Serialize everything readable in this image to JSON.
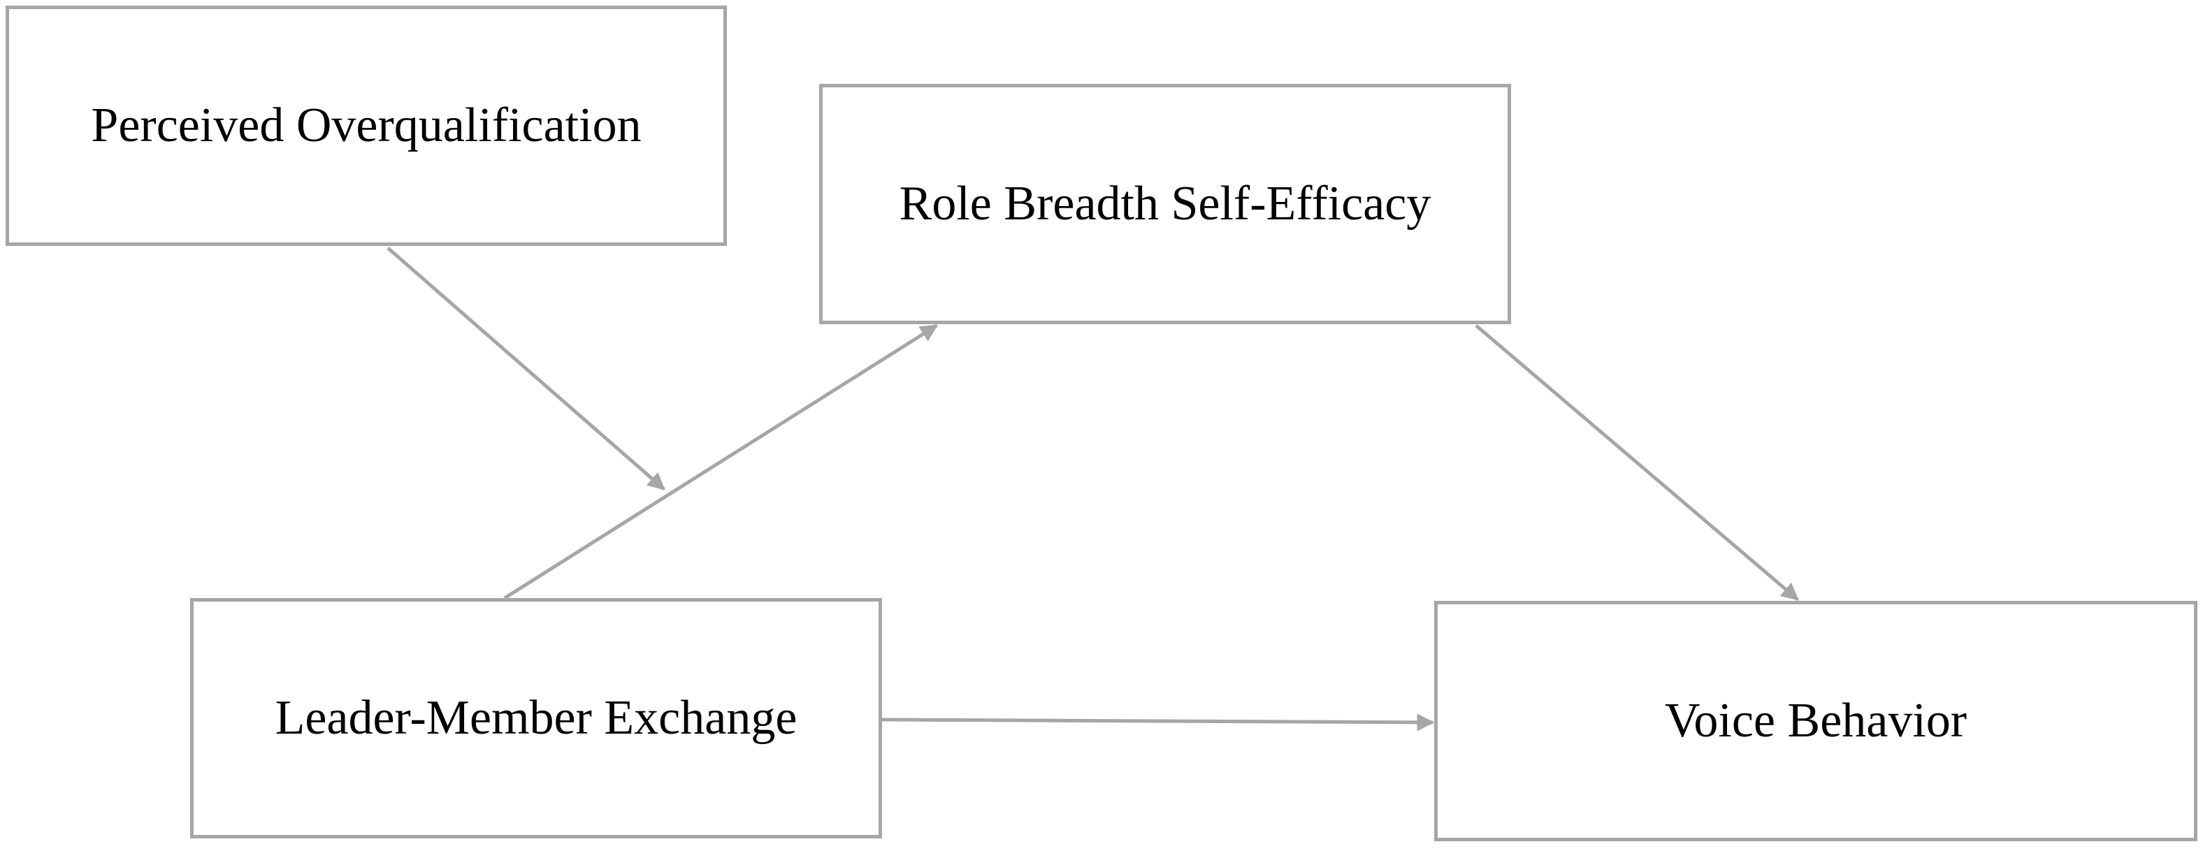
{
  "nodes": {
    "perceived_overqualification": "Perceived Overqualification",
    "role_breadth_self_efficacy": "Role Breadth Self-Efficacy",
    "leader_member_exchange": "Leader-Member Exchange",
    "voice_behavior": "Voice Behavior"
  },
  "edges": [
    {
      "from": "Perceived Overqualification",
      "to": "Leader-Member Exchange path"
    },
    {
      "from": "Leader-Member Exchange",
      "to": "Role Breadth Self-Efficacy"
    },
    {
      "from": "Role Breadth Self-Efficacy",
      "to": "Voice Behavior"
    },
    {
      "from": "Leader-Member Exchange",
      "to": "Voice Behavior"
    }
  ],
  "colors": {
    "line": "#a6a6a6",
    "text": "#000000",
    "background": "#ffffff"
  }
}
